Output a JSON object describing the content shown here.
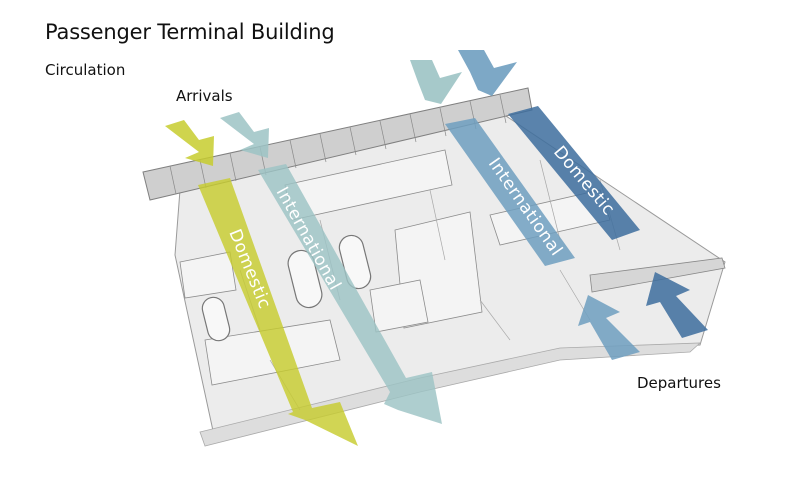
{
  "title": "Passenger Terminal Building",
  "subtitle": "Circulation",
  "labels": {
    "arrivals": "Arrivals",
    "departures": "Departures"
  },
  "flows": {
    "arrivals_domestic": "Domestic",
    "arrivals_international": "International",
    "departures_international": "International",
    "departures_domestic": "Domestic"
  },
  "colors": {
    "domestic_arrivals": "#c7cc2e",
    "international_arrivals": "#9cc3c4",
    "international_departures": "#6f9fc0",
    "domestic_departures": "#3d6d9e"
  }
}
